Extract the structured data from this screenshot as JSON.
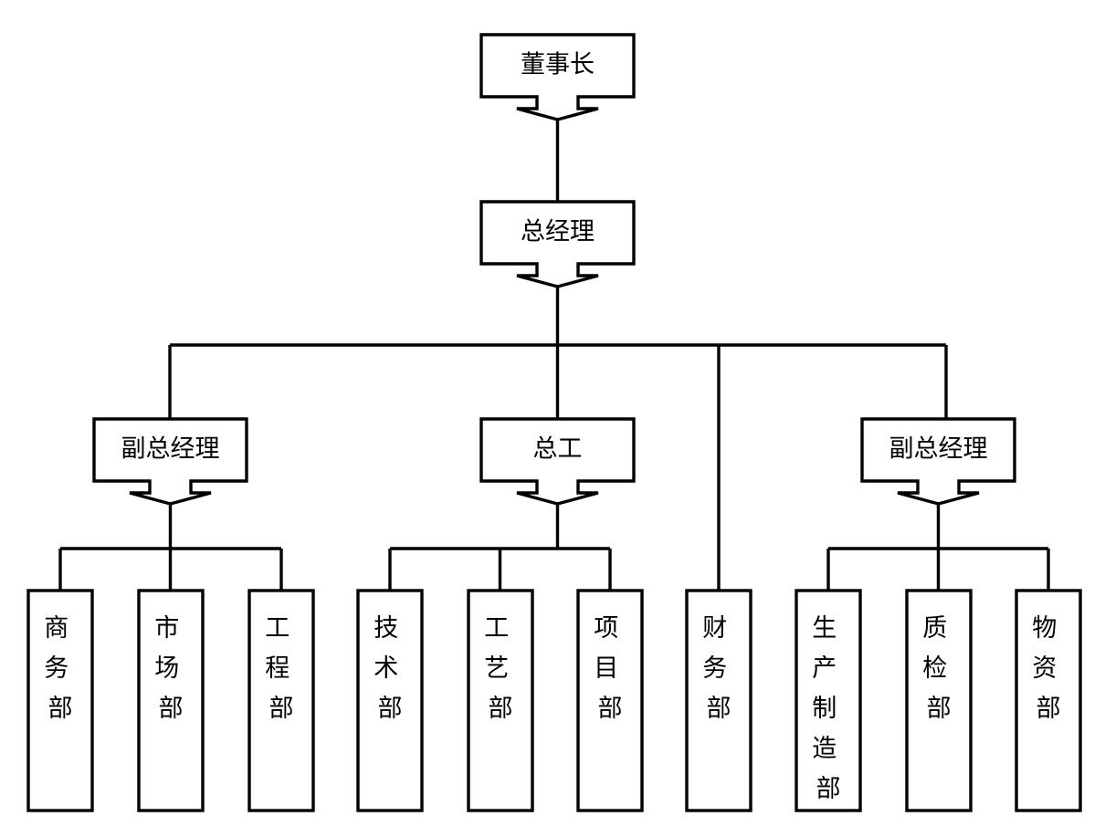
{
  "diagram": {
    "type": "organization-chart",
    "orientation": "top-down",
    "background_color": "#ffffff",
    "line_color": "#000000",
    "text_color": "#000000",
    "levels": 4
  },
  "nodes": {
    "chairman": {
      "label": "董事长",
      "level": 1
    },
    "general_manager": {
      "label": "总经理",
      "level": 2
    },
    "deputy_gm_left": {
      "label": "副总经理",
      "level": 3
    },
    "chief_engineer": {
      "label": "总工",
      "level": 3
    },
    "deputy_gm_right": {
      "label": "副总经理",
      "level": 3
    },
    "finance_dept": {
      "label": "财务部",
      "level": 4
    },
    "business_dept": {
      "label": "商务部",
      "level": 4
    },
    "market_dept": {
      "label": "市场部",
      "level": 4
    },
    "engineering_dept": {
      "label": "工程部",
      "level": 4
    },
    "technology_dept": {
      "label": "技术部",
      "level": 4
    },
    "process_dept": {
      "label": "工艺部",
      "level": 4
    },
    "project_dept": {
      "label": "项目部",
      "level": 4
    },
    "production_dept": {
      "label": "生产制造部",
      "level": 4
    },
    "quality_dept": {
      "label": "质检部",
      "level": 4
    },
    "materials_dept": {
      "label": "物资部",
      "level": 4
    }
  },
  "leaf_chars": {
    "business_dept": [
      "商",
      "务",
      "部"
    ],
    "market_dept": [
      "市",
      "场",
      "部"
    ],
    "engineering_dept": [
      "工",
      "程",
      "部"
    ],
    "technology_dept": [
      "技",
      "术",
      "部"
    ],
    "process_dept": [
      "工",
      "艺",
      "部"
    ],
    "project_dept": [
      "项",
      "目",
      "部"
    ],
    "finance_dept": [
      "财",
      "务",
      "部"
    ],
    "production_dept": [
      "生",
      "产",
      "制",
      "造",
      "部"
    ],
    "quality_dept": [
      "质",
      "检",
      "部"
    ],
    "materials_dept": [
      "物",
      "资",
      "部"
    ]
  },
  "hierarchy": {
    "chairman": [
      "general_manager"
    ],
    "general_manager": [
      "deputy_gm_left",
      "chief_engineer",
      "finance_dept",
      "deputy_gm_right"
    ],
    "deputy_gm_left": [
      "business_dept",
      "market_dept",
      "engineering_dept"
    ],
    "chief_engineer": [
      "technology_dept",
      "process_dept",
      "project_dept"
    ],
    "deputy_gm_right": [
      "production_dept",
      "quality_dept",
      "materials_dept"
    ]
  }
}
